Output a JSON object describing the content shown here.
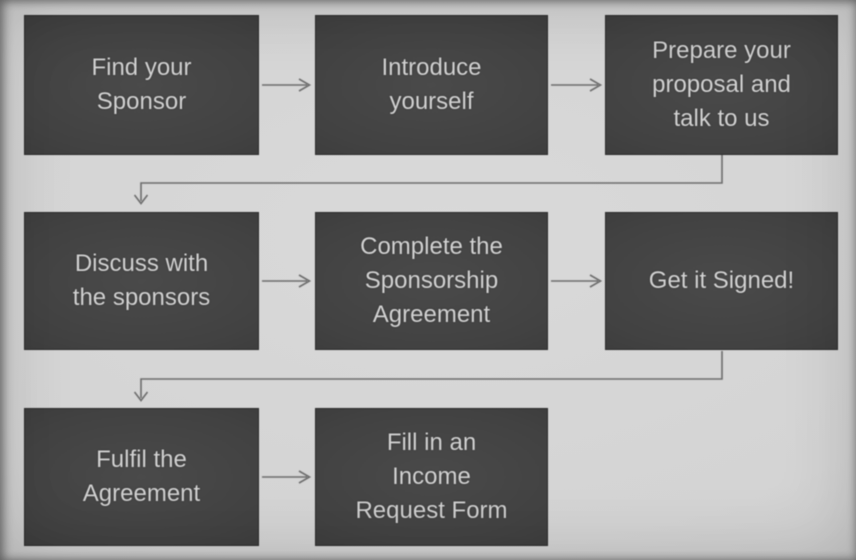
{
  "diagram": {
    "type": "flowchart",
    "description_colors": {
      "slide_background": "#d4d4d4",
      "box_fill": "#414141",
      "box_border": "#2b2b2b",
      "box_text": "#d2d2d2",
      "connector": "#6d6d6d"
    }
  },
  "steps": [
    {
      "label": "Find your\nSponsor"
    },
    {
      "label": "Introduce\nyourself"
    },
    {
      "label": "Prepare your\nproposal and\ntalk to us"
    },
    {
      "label": "Discuss with\nthe sponsors"
    },
    {
      "label": "Complete the\nSponsorship\nAgreement"
    },
    {
      "label": "Get it Signed!"
    },
    {
      "label": "Fulfil the\nAgreement"
    },
    {
      "label": "Fill in an\nIncome\nRequest Form"
    }
  ],
  "flow": [
    {
      "from": "Find your Sponsor",
      "to": "Introduce yourself"
    },
    {
      "from": "Introduce yourself",
      "to": "Prepare your proposal and talk to us"
    },
    {
      "from": "Prepare your proposal and talk to us",
      "to": "Discuss with the sponsors"
    },
    {
      "from": "Discuss with the sponsors",
      "to": "Complete the Sponsorship Agreement"
    },
    {
      "from": "Complete the Sponsorship Agreement",
      "to": "Get it Signed!"
    },
    {
      "from": "Get it Signed!",
      "to": "Fulfil the Agreement"
    },
    {
      "from": "Fulfil the Agreement",
      "to": "Fill in an Income Request Form"
    }
  ]
}
